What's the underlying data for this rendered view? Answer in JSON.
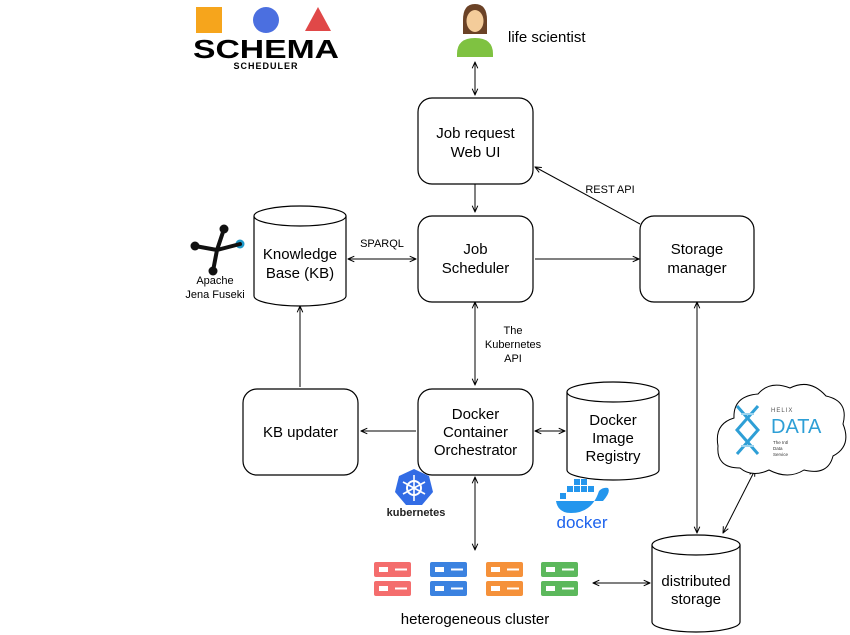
{
  "logo": {
    "name": "SCHEMA",
    "sub": "SCHEDULER",
    "shape_colors": [
      "#f6a51c",
      "#4b6fe0",
      "#e04848"
    ]
  },
  "user": {
    "label": "life scientist",
    "color": "#7fc241"
  },
  "nodes": {
    "web_ui": [
      "Job request",
      "Web UI"
    ],
    "scheduler": [
      "Job",
      "Scheduler"
    ],
    "storage_manager": [
      "Storage",
      "manager"
    ],
    "kb": [
      "Knowledge",
      "Base (KB)"
    ],
    "kb_updater": [
      "KB updater"
    ],
    "orchestrator": [
      "Docker",
      "Container",
      "Orchestrator"
    ],
    "registry": [
      "Docker",
      "Image",
      "Registry"
    ],
    "dist_storage": [
      "distributed",
      "storage"
    ]
  },
  "edge_labels": {
    "rest_api": "REST API",
    "sparql": "SPARQL",
    "k8s_api": [
      "The",
      "Kubernetes",
      "API"
    ]
  },
  "jena": {
    "line1": "Apache",
    "line2": "Jena Fuseki"
  },
  "kubernetes": {
    "label": "kubernetes",
    "color": "#326ce5"
  },
  "docker": {
    "label": "docker",
    "color": "#2496ed"
  },
  "cluster": {
    "label": "heterogeneous cluster",
    "server_colors": [
      "#f46d6d",
      "#3b82e0",
      "#f5913a",
      "#5cb85c"
    ]
  },
  "helix": {
    "small": "HELIX",
    "big": "DATA",
    "tag": [
      "The Intl",
      "Data",
      "Service"
    ]
  }
}
